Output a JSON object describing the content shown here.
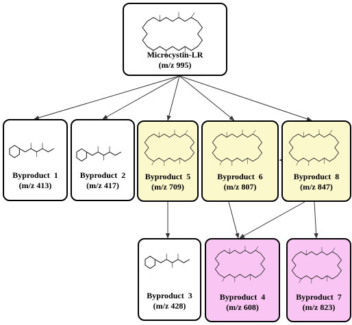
{
  "colors": {
    "white_fill": "#ffffff",
    "yellow_fill": "#fbf8cc",
    "pink_fill": "#f9c6f4",
    "border": "#000000",
    "arrow": "#333333"
  },
  "nodes": [
    {
      "id": "microcystin",
      "name": "Microcystin-LR",
      "mz": "(m/z 995)",
      "fill": "white"
    },
    {
      "id": "bp1",
      "name": "Byproduct  1",
      "mz": "(m/z 413)",
      "fill": "white"
    },
    {
      "id": "bp2",
      "name": "Byproduct  2",
      "mz": "(m/z 417)",
      "fill": "white"
    },
    {
      "id": "bp5",
      "name": "Byproduct  5",
      "mz": "(m/z 709)",
      "fill": "yellow"
    },
    {
      "id": "bp6",
      "name": "Byproduct  6",
      "mz": "(m/z 807)",
      "fill": "yellow"
    },
    {
      "id": "bp8",
      "name": "Byproduct  8",
      "mz": "(m/z 847)",
      "fill": "yellow"
    },
    {
      "id": "bp3",
      "name": "Byproduct  3",
      "mz": "(m/z 428)",
      "fill": "white"
    },
    {
      "id": "bp4",
      "name": "Byproduct  4",
      "mz": "(m/z 608)",
      "fill": "pink"
    },
    {
      "id": "bp7",
      "name": "Byproduct  7",
      "mz": "(m/z 823)",
      "fill": "pink"
    }
  ],
  "edges": [
    {
      "from": "microcystin",
      "to": "bp1"
    },
    {
      "from": "microcystin",
      "to": "bp2"
    },
    {
      "from": "microcystin",
      "to": "bp5"
    },
    {
      "from": "microcystin",
      "to": "bp6"
    },
    {
      "from": "microcystin",
      "to": "bp8"
    },
    {
      "from": "bp8",
      "to": "bp6"
    },
    {
      "from": "bp5",
      "to": "bp3"
    },
    {
      "from": "bp6",
      "to": "bp4"
    },
    {
      "from": "bp8",
      "to": "bp4"
    },
    {
      "from": "bp8",
      "to": "bp7"
    }
  ]
}
